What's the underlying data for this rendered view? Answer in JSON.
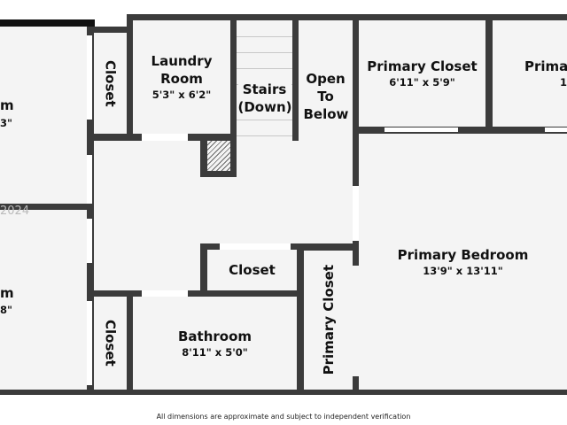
{
  "rooms": {
    "left_top": {
      "name_fragment": "m",
      "dim_fragment": "3\""
    },
    "left_bottom": {
      "name_fragment": "m",
      "dim_fragment": "8\""
    },
    "closet_top": {
      "name": "Closet"
    },
    "laundry": {
      "name": "Laundry Room",
      "dim": "5'3\" x 6'2\""
    },
    "stairs": {
      "name": "Stairs (Down)"
    },
    "open_below": {
      "name": "Open To Below"
    },
    "primary_closet_top": {
      "name": "Primary Closet",
      "dim": "6'11\" x 5'9\""
    },
    "primary_bath_fragment": {
      "name": "Prima",
      "dim": "1"
    },
    "primary_bedroom": {
      "name": "Primary Bedroom",
      "dim": "13'9\" x 13'11\""
    },
    "closet_mid": {
      "name": "Closet"
    },
    "primary_closet_vert": {
      "name": "Primary Closet"
    },
    "closet_bottom": {
      "name": "Closet"
    },
    "bathroom": {
      "name": "Bathroom",
      "dim": "8'11\" x 5'0\""
    }
  },
  "watermark": "2024",
  "footer": "All dimensions are approximate and subject to independent verification"
}
